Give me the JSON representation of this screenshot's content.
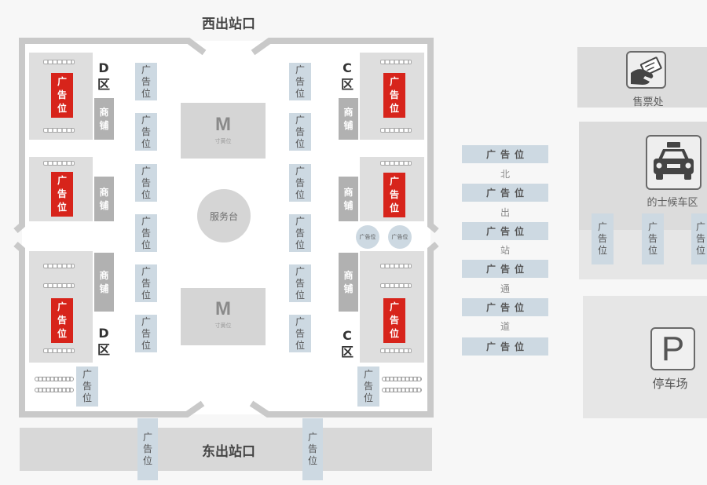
{
  "exits": {
    "west_label": "西出站口",
    "east_label": "东出站口"
  },
  "zones": {
    "d_upper": "D区",
    "d_lower": "D区",
    "c_upper": "C区",
    "c_lower": "C区"
  },
  "shops": [
    "商铺",
    "商铺",
    "商铺",
    "商铺",
    "商铺",
    "商铺"
  ],
  "ads": {
    "red_panels": [
      "广告位",
      "广告位",
      "广告位",
      "广告位",
      "广告位",
      "广告位"
    ],
    "left_column": [
      "广告位",
      "广告位",
      "广告位",
      "广告位",
      "广告位",
      "广告位"
    ],
    "right_column": [
      "广告位",
      "广告位",
      "广告位",
      "广告位",
      "广告位",
      "广告位"
    ],
    "corner": [
      "广告位",
      "广告位"
    ],
    "round": [
      "广告位",
      "广告位"
    ],
    "east_exit": [
      "广告位",
      "广告位"
    ],
    "north_passage": [
      "广告位",
      "广告位",
      "广告位",
      "广告位",
      "广告位",
      "广告位"
    ],
    "taxi_rank": [
      "广告位",
      "广告位",
      "广告位"
    ]
  },
  "kiosks": [
    {
      "logo": "M",
      "caption": "寸黄位"
    },
    {
      "logo": "M",
      "caption": "寸黄位"
    }
  ],
  "service_desk": "服务台",
  "north_passage_text": [
    "北",
    "出",
    "站",
    "通",
    "道"
  ],
  "facilities": {
    "ticket_office": {
      "label": "售票处",
      "icon": "ticket-hand-icon"
    },
    "taxi_rank": {
      "label": "的士候车区",
      "icon": "taxi-icon"
    },
    "parking": {
      "label": "停车场",
      "sign": "P",
      "icon": "parking-icon"
    }
  },
  "colors": {
    "wall": "#c9c9c9",
    "ad_red": "#d7241b",
    "ad_blue": "#cdd9e2",
    "block": "#dedede",
    "shop": "#b1b1b1"
  }
}
